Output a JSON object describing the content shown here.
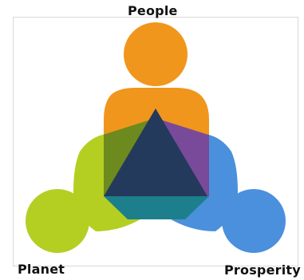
{
  "labels": {
    "people": "People",
    "planet": "Planet",
    "prosperity": "Prosperity"
  },
  "colors": {
    "people": "#f0961c",
    "planet": "#b4cf22",
    "prosperity": "#4a90dc",
    "overlap_people_planet": "#6d8a1e",
    "overlap_people_prosperity": "#7a4a9a",
    "overlap_planet_prosperity": "#1d7f8c",
    "center": "#243a5c"
  }
}
